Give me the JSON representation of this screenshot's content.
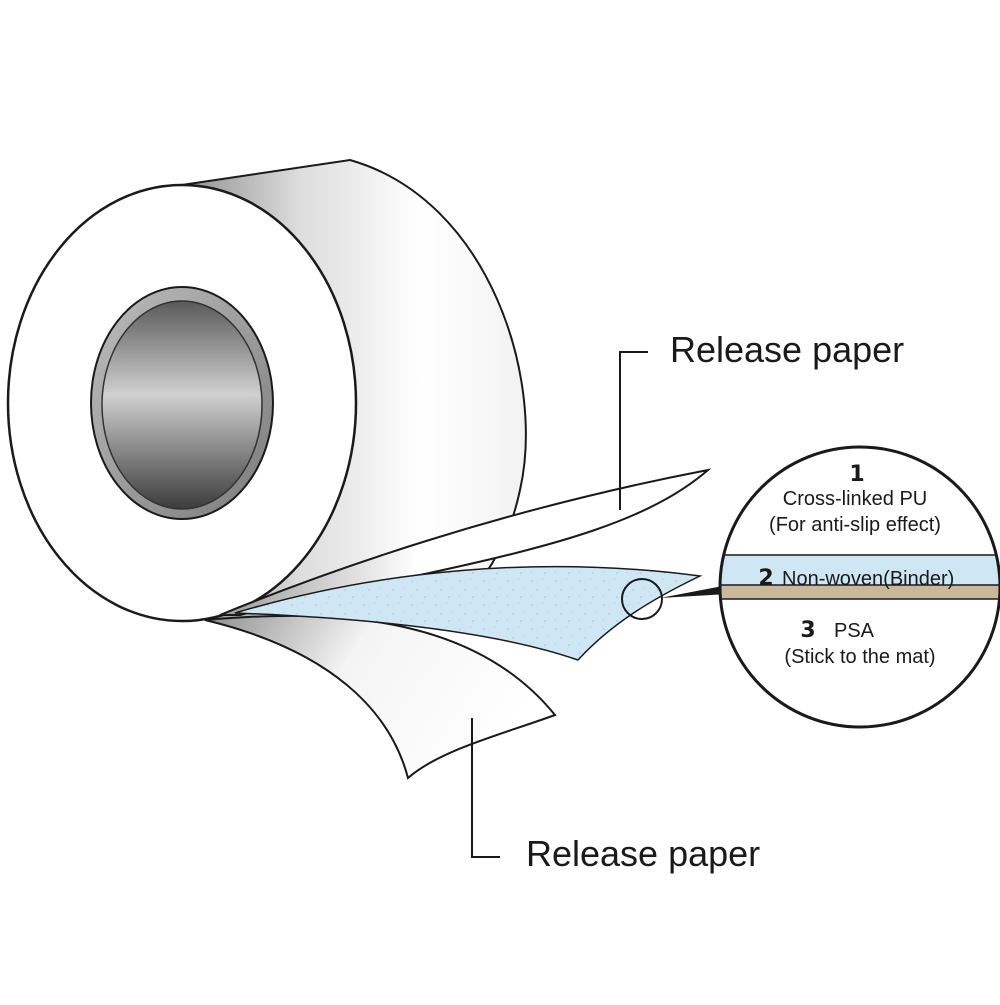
{
  "labels": {
    "release_paper_top": "Release paper",
    "release_paper_bottom": "Release paper"
  },
  "layers": [
    {
      "number": "1",
      "name": "Cross-linked PU",
      "note": "(For anti-slip effect)"
    },
    {
      "number": "2",
      "name": "Non-woven(Binder)"
    },
    {
      "number": "3",
      "name": "PSA",
      "note": "(Stick to the mat)"
    }
  ],
  "colors": {
    "outline": "#1a1a1a",
    "nonwoven_blue": "#cfe7f5",
    "binder_tan": "#cbb79a"
  }
}
